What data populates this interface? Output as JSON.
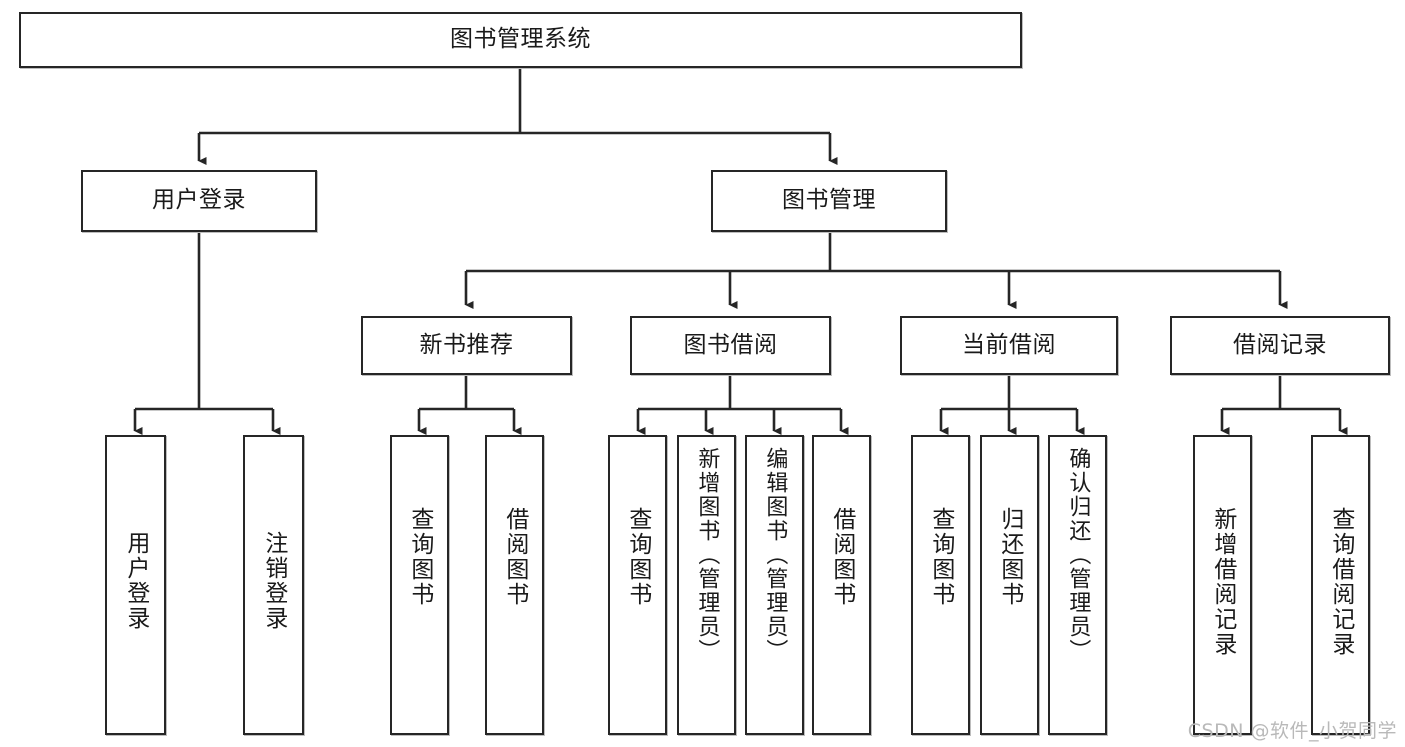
{
  "diagram": {
    "title": "图书管理系统",
    "watermark": "CSDN @软件_小贺同学",
    "stroke_color": "#262626",
    "fill_color": "#ffffff",
    "text_color": "#1a1a1a",
    "watermark_color": "#b9b9b9"
  },
  "nodes": {
    "root": {
      "label": "图书管理系统"
    },
    "level2": [
      {
        "label": "用户登录"
      },
      {
        "label": "图书管理"
      }
    ],
    "level3": [
      {
        "label": "新书推荐"
      },
      {
        "label": "图书借阅"
      },
      {
        "label": "当前借阅"
      },
      {
        "label": "借阅记录"
      }
    ],
    "leaves": {
      "user_login": [
        {
          "label": "用户登录"
        },
        {
          "label": "注销登录"
        }
      ],
      "new_book": [
        {
          "label": "查询图书"
        },
        {
          "label": "借阅图书"
        }
      ],
      "borrow_book": [
        {
          "label": "查询图书"
        },
        {
          "label": "新增图书（管理员）"
        },
        {
          "label": "编辑图书（管理员）"
        },
        {
          "label": "借阅图书"
        }
      ],
      "current_borrow": [
        {
          "label": "查询图书"
        },
        {
          "label": "归还图书"
        },
        {
          "label": "确认归还（管理员）"
        }
      ],
      "borrow_record": [
        {
          "label": "新增借阅记录"
        },
        {
          "label": "查询借阅记录"
        }
      ]
    }
  }
}
